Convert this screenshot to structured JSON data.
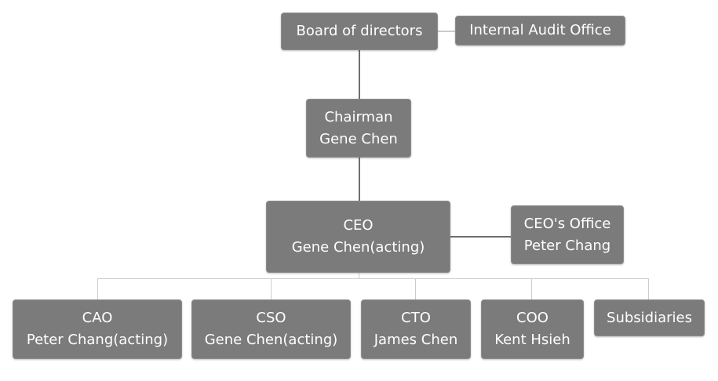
{
  "nodes": {
    "board": {
      "title": "Board of directors"
    },
    "audit": {
      "title": "Internal Audit Office"
    },
    "chairman": {
      "title": "Chairman",
      "name": "Gene Chen"
    },
    "ceo": {
      "title": "CEO",
      "name": "Gene Chen(acting)"
    },
    "ceo_office": {
      "title": "CEO's Office",
      "name": "Peter Chang"
    },
    "cao": {
      "title": "CAO",
      "name": "Peter Chang(acting)"
    },
    "cso": {
      "title": "CSO",
      "name": "Gene Chen(acting)"
    },
    "cto": {
      "title": "CTO",
      "name": "James Chen"
    },
    "coo": {
      "title": "COO",
      "name": "Kent Hsieh"
    },
    "subsidiaries": {
      "title": "Subsidiaries"
    }
  },
  "colors": {
    "box_fill": "#7b7b7b",
    "box_text": "#ffffff",
    "primary_connector": "#6e6e6e",
    "secondary_connector": "#cccccc"
  }
}
